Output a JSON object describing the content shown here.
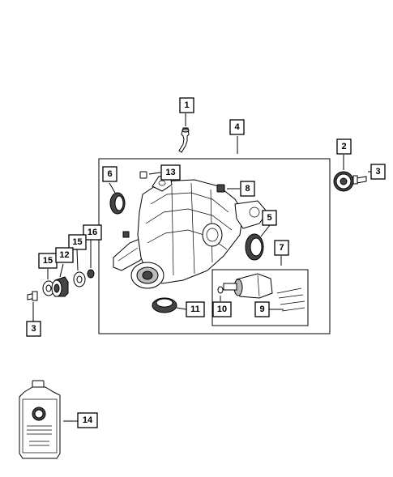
{
  "colors": {
    "line": "#000000",
    "background": "#ffffff",
    "shade": "#444444"
  },
  "callouts": {
    "c1": "1",
    "c2": "2",
    "c3a": "3",
    "c3b": "3",
    "c4": "4",
    "c5": "5",
    "c6": "6",
    "c7": "7",
    "c8": "8",
    "c9": "9",
    "c10": "10",
    "c11": "11",
    "c12": "12",
    "c13": "13",
    "c14": "14",
    "c15a": "15",
    "c15b": "15",
    "c16": "16"
  }
}
